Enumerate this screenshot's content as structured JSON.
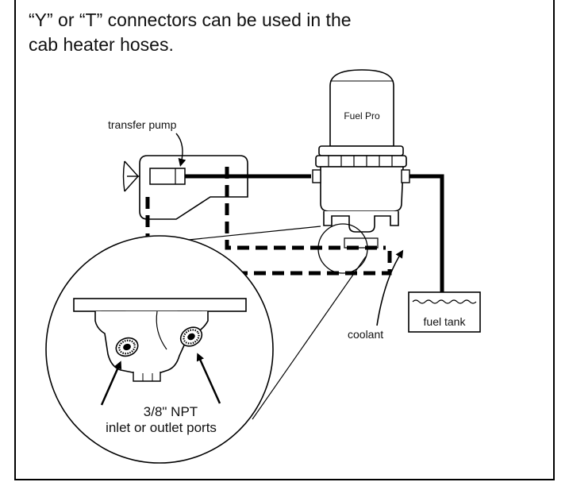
{
  "heading": {
    "line1": "“Y” or “T” connectors can be used in the",
    "line2": "cab heater hoses."
  },
  "labels": {
    "fuel_pro": "Fuel Pro",
    "transfer_pump": "transfer pump",
    "fuel_tank": "fuel tank",
    "coolant": "coolant",
    "port_size": "3/8\" NPT",
    "port_desc": "inlet or outlet ports"
  }
}
